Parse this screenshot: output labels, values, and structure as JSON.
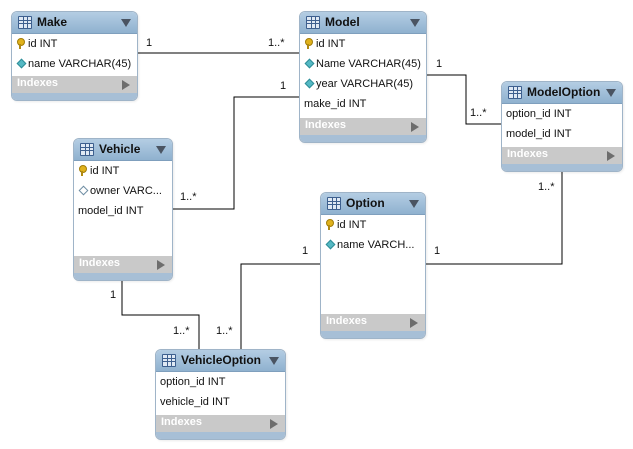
{
  "entities": {
    "make": {
      "title": "Make",
      "columns": [
        {
          "icon": "primary-key-icon",
          "text": "id INT"
        },
        {
          "icon": "nonnull-column-icon",
          "text": "name VARCHAR(45)"
        }
      ],
      "footer": "Indexes"
    },
    "model": {
      "title": "Model",
      "columns": [
        {
          "icon": "primary-key-icon",
          "text": "id INT"
        },
        {
          "icon": "nonnull-column-icon",
          "text": "Name VARCHAR(45)"
        },
        {
          "icon": "nonnull-column-icon",
          "text": "year VARCHAR(45)"
        },
        {
          "icon": "none",
          "text": "make_id INT"
        }
      ],
      "footer": "Indexes"
    },
    "modeloption": {
      "title": "ModelOption",
      "columns": [
        {
          "icon": "none",
          "text": "option_id INT"
        },
        {
          "icon": "none",
          "text": "model_id INT"
        }
      ],
      "footer": "Indexes"
    },
    "vehicle": {
      "title": "Vehicle",
      "columns": [
        {
          "icon": "primary-key-icon",
          "text": "id INT"
        },
        {
          "icon": "nullable-column-icon",
          "text": "owner VARC..."
        },
        {
          "icon": "none",
          "text": "model_id INT"
        }
      ],
      "footer": "Indexes"
    },
    "option": {
      "title": "Option",
      "columns": [
        {
          "icon": "primary-key-icon",
          "text": "id INT"
        },
        {
          "icon": "nonnull-column-icon",
          "text": "name VARCH..."
        }
      ],
      "footer": "Indexes"
    },
    "vehicleoption": {
      "title": "VehicleOption",
      "columns": [
        {
          "icon": "none",
          "text": "option_id INT"
        },
        {
          "icon": "none",
          "text": "vehicle_id INT"
        }
      ],
      "footer": "Indexes"
    }
  },
  "relationships": [
    {
      "from": "Make",
      "to": "Model",
      "from_card": "1",
      "to_card": "1..*"
    },
    {
      "from": "Model",
      "to": "ModelOption",
      "from_card": "1",
      "to_card": "1..*"
    },
    {
      "from": "Model",
      "to": "Vehicle",
      "from_card": "1",
      "to_card": "1..*"
    },
    {
      "from": "Option",
      "to": "ModelOption",
      "from_card": "1",
      "to_card": "1..*"
    },
    {
      "from": "Vehicle",
      "to": "VehicleOption",
      "from_card": "1",
      "to_card": "1..*"
    },
    {
      "from": "Option",
      "to": "VehicleOption",
      "from_card": "1",
      "to_card": "1..*"
    }
  ],
  "colors": {
    "header": "#9fbfdc",
    "footer": "#c9c9c9",
    "line": "#000000"
  }
}
